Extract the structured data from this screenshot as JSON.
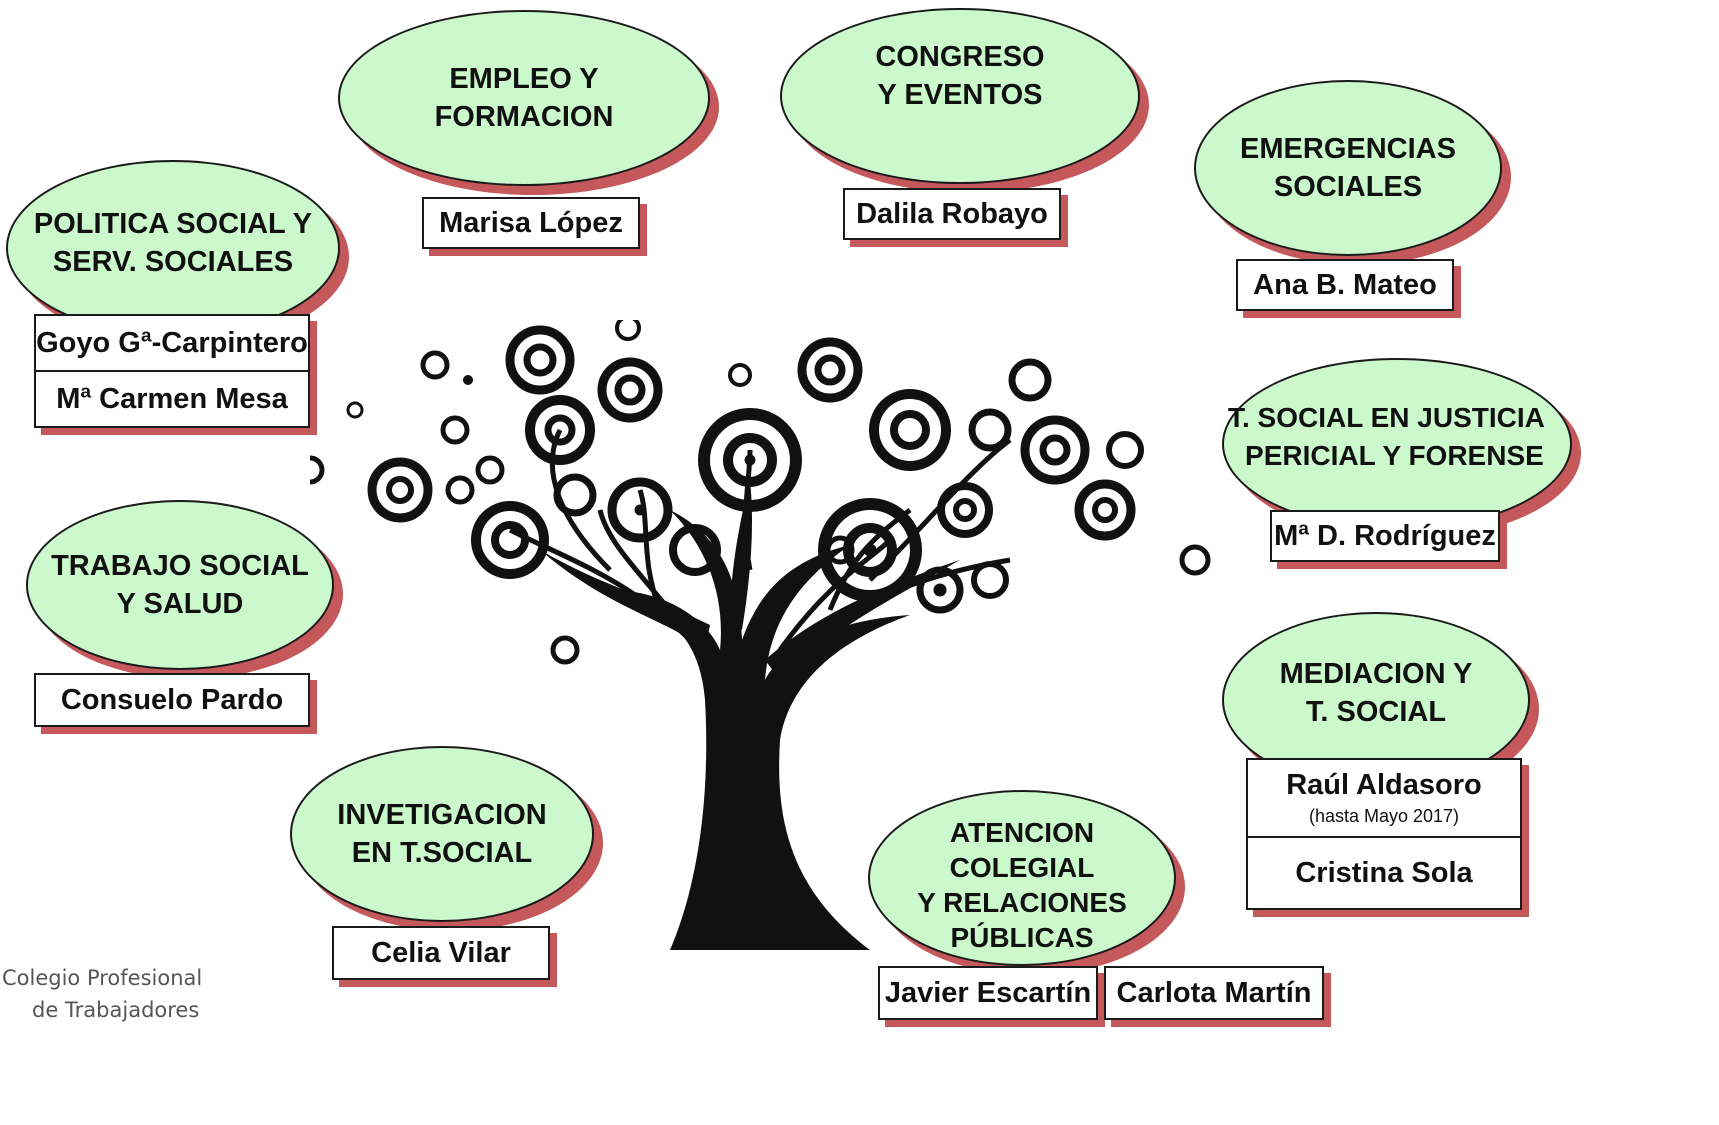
{
  "groups": [
    {
      "lines": [
        "EMPLEO Y",
        "FORMACION"
      ],
      "members": [
        "Marisa López"
      ]
    },
    {
      "lines": [
        "CONGRESO",
        "Y EVENTOS"
      ],
      "members": [
        "Dalila Robayo"
      ]
    },
    {
      "lines": [
        "EMERGENCIAS",
        "SOCIALES"
      ],
      "members": [
        "Ana B. Mateo"
      ]
    },
    {
      "lines": [
        "POLITICA SOCIAL Y",
        "SERV. SOCIALES"
      ],
      "members": [
        "Goyo Gª-Carpintero",
        "Mª Carmen  Mesa"
      ]
    },
    {
      "lines": [
        "T. SOCIAL  EN JUSTICIA",
        "PERICIAL Y FORENSE"
      ],
      "members": [
        "Mª D. Rodríguez"
      ]
    },
    {
      "lines": [
        "TRABAJO SOCIAL",
        "Y SALUD"
      ],
      "members": [
        "Consuelo Pardo"
      ]
    },
    {
      "lines": [
        "MEDIACION Y",
        "T. SOCIAL"
      ],
      "members": [
        "Raúl Aldasoro",
        "Cristina Sola"
      ],
      "member_note": "(hasta Mayo 2017)"
    },
    {
      "lines": [
        "INVETIGACION",
        "EN T.SOCIAL"
      ],
      "members": [
        "Celia Vilar"
      ]
    },
    {
      "lines": [
        "ATENCION",
        "COLEGIAL",
        "Y RELACIONES",
        "PÚBLICAS"
      ],
      "members": [
        "Javier Escartín",
        "Carlota Martín"
      ]
    }
  ],
  "logo": {
    "line1": "Colegio Profesional",
    "line2": "de Trabajadores"
  },
  "colors": {
    "ellipse_fill": "#ccf9cc",
    "shadow": "#c4585a",
    "outline": "#1a1a1a"
  }
}
